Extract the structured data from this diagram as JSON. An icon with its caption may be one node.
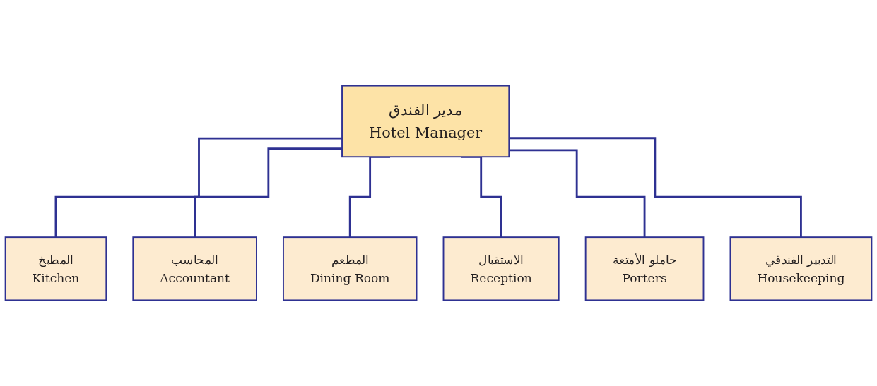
{
  "diagram": {
    "nodes": [
      {
        "text": [
          "مدير الفندق",
          "Hotel Manager"
        ]
      },
      {
        "text": [
          "المطبخ",
          "Kitchen"
        ]
      },
      {
        "text": [
          "المحاسب",
          "Accountant"
        ]
      },
      {
        "text": [
          "المطعم",
          "Dining Room"
        ]
      },
      {
        "text": [
          "الاستقبال",
          "Reception"
        ]
      },
      {
        "text": [
          "حاملو الأمتعة",
          "Porters"
        ]
      },
      {
        "text": [
          "التدبير الفندقي",
          "Housekeeping"
        ]
      }
    ],
    "edges": [
      {
        "from": 0,
        "to": 1,
        "arrow": "none"
      },
      {
        "from": 0,
        "to": 2,
        "arrow": "none"
      },
      {
        "from": 0,
        "to": 3,
        "arrow": "none"
      },
      {
        "from": 0,
        "to": 4,
        "arrow": "none"
      },
      {
        "from": 0,
        "to": 5,
        "arrow": "none"
      },
      {
        "from": 0,
        "to": 6,
        "arrow": "none"
      }
    ]
  }
}
